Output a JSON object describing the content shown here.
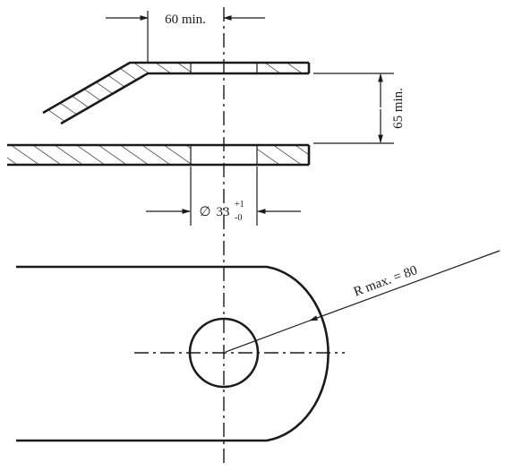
{
  "dimensions": {
    "top_width": "60 min.",
    "vertical_gap": "65 min.",
    "hole_diameter_symbol": "∅",
    "hole_diameter_value": "33",
    "hole_tolerance_upper": "+1",
    "hole_tolerance_lower": "-0",
    "radius": "R max. = 80"
  },
  "colors": {
    "ink": "#1a1a1a",
    "paper": "#ffffff"
  }
}
